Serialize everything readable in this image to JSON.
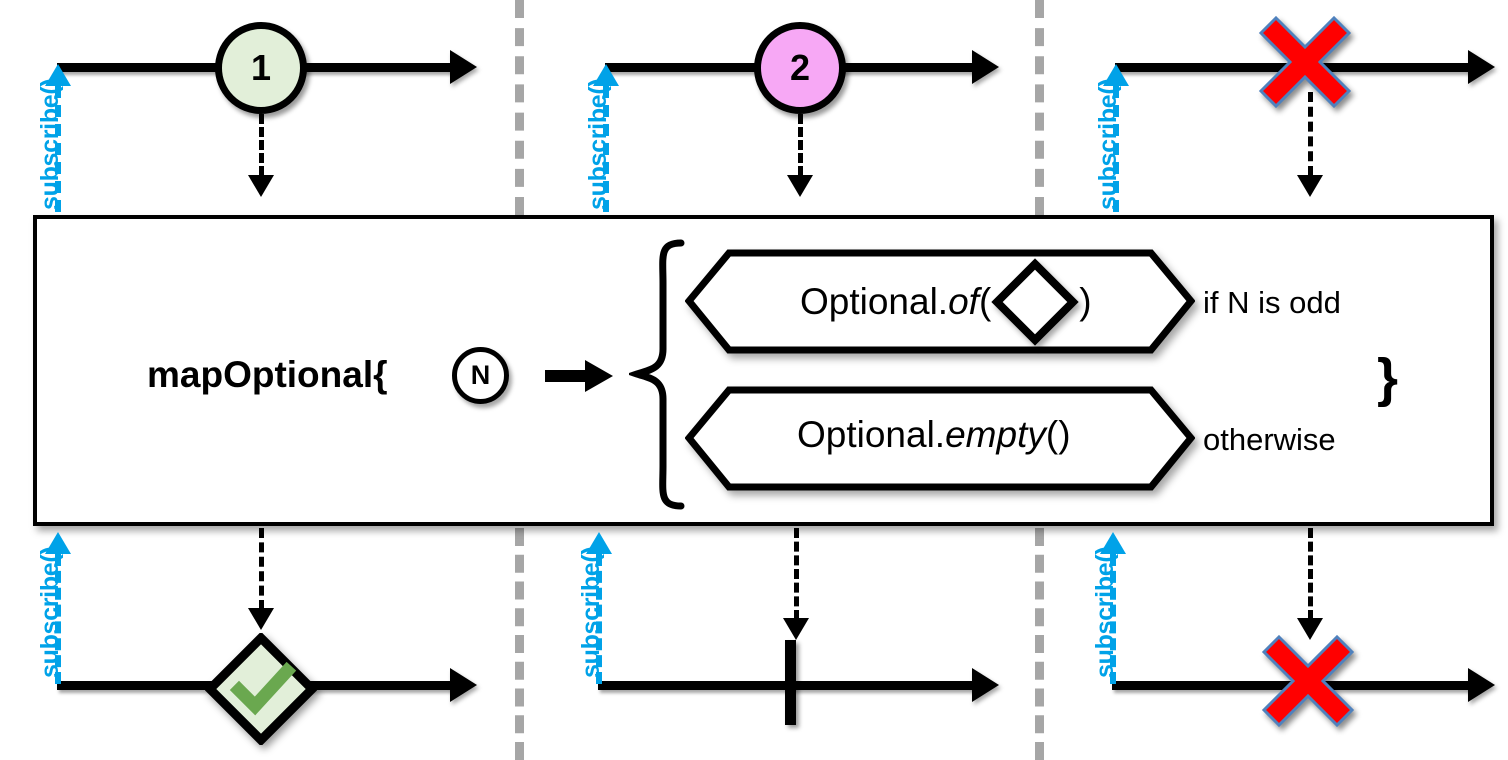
{
  "diagram": {
    "type": "marble-diagram",
    "title": "mapOptional marble diagram",
    "colors": {
      "subscribe": "#00a2e8",
      "marble_1_fill": "#e2efd9",
      "marble_2_fill": "#f7a8f5",
      "error": "#ff0000",
      "error_stroke": "#4f81bd",
      "check": "#6aa84f",
      "divider": "#a6a6a6",
      "stroke": "#000000"
    }
  },
  "subscribe_label": "subscribe()",
  "input_streams": [
    {
      "panel": 1,
      "subscribe_label": "subscribe()",
      "marble": {
        "kind": "value",
        "label": "1",
        "fill": "#e2efd9"
      }
    },
    {
      "panel": 2,
      "subscribe_label": "subscribe()",
      "marble": {
        "kind": "value",
        "label": "2",
        "fill": "#f7a8f5"
      }
    },
    {
      "panel": 3,
      "subscribe_label": "subscribe()",
      "marble": {
        "kind": "error",
        "label": "",
        "fill": "#ff0000"
      }
    }
  ],
  "output_streams": [
    {
      "panel": 1,
      "subscribe_label": "subscribe()",
      "marble": {
        "kind": "value-diamond-check",
        "label": "",
        "fill": "#e2efd9"
      }
    },
    {
      "panel": 2,
      "subscribe_label": "subscribe()",
      "marble": {
        "kind": "complete",
        "label": "",
        "fill": "#000000"
      }
    },
    {
      "panel": 3,
      "subscribe_label": "subscribe()",
      "marble": {
        "kind": "error",
        "label": "",
        "fill": "#ff0000"
      }
    }
  ],
  "operator": {
    "name": "mapOptional",
    "open_brace": "{",
    "close_brace": "}",
    "param_label": "N",
    "arrow": "→",
    "branches": [
      {
        "expression_prefix": "Optional.",
        "expression_method": "of",
        "expression_open": "(",
        "expression_arg": "◇",
        "expression_close": ")",
        "expression_plain": "Optional.of(◇)",
        "condition": "if N is odd"
      },
      {
        "expression_prefix": "Optional.",
        "expression_method": "empty",
        "expression_open": "(",
        "expression_arg": "",
        "expression_close": ")",
        "expression_plain": "Optional.empty()",
        "condition": "otherwise"
      }
    ]
  }
}
